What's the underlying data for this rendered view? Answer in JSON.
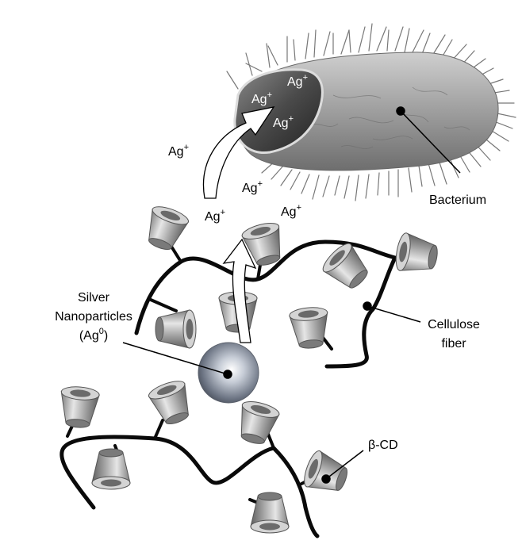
{
  "labels": {
    "ion": "Ag",
    "ion_charge": "+",
    "bacterium": "Bacterium",
    "silver_line1": "Silver",
    "silver_line2": "Nanoparticles",
    "silver_line3_prefix": "(Ag",
    "silver_line3_sup": "0",
    "silver_line3_suffix": ")",
    "cellulose_line1": "Cellulose",
    "cellulose_line2": "fiber",
    "beta_cd": "β-CD"
  },
  "colors": {
    "fiber": "#0a0a0a",
    "bacterium_body": "#9a9a9a",
    "cap": "#5a5a5a",
    "cone": "#a8a8a8",
    "nanoparticle": "#8e97a6"
  }
}
